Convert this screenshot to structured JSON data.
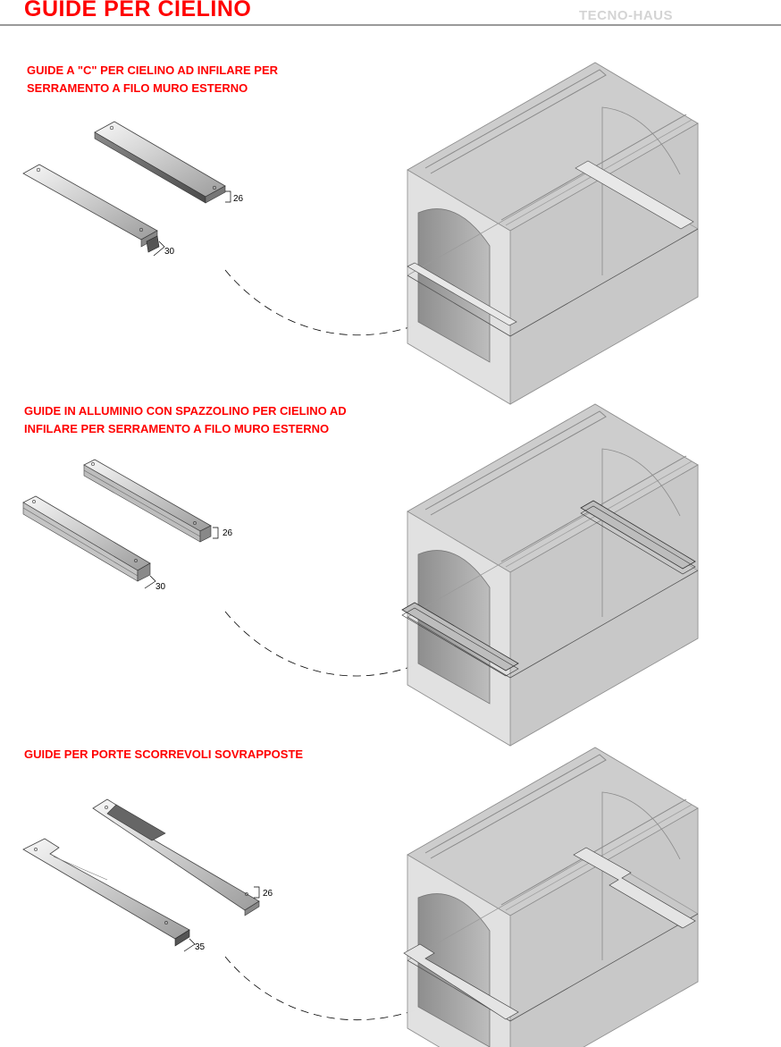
{
  "header": {
    "title": "GUIDE PER CIELINO",
    "brand": "TECNO-HAUS"
  },
  "sections": [
    {
      "title_lines": [
        "GUIDE A \"C\" PER CIELINO AD INFILARE PER",
        "SERRAMENTO A FILO MURO ESTERNO"
      ],
      "dim_upper": "26",
      "dim_lower": "30"
    },
    {
      "title_lines": [
        "GUIDE IN ALLUMINIO CON SPAZZOLINO PER CIELINO AD",
        "INFILARE PER SERRAMENTO A FILO MURO ESTERNO"
      ],
      "dim_upper": "26",
      "dim_lower": "30"
    },
    {
      "title_lines": [
        "GUIDE PER PORTE SCORREVOLI SOVRAPPOSTE"
      ],
      "dim_upper": "26",
      "dim_lower": "35"
    }
  ],
  "colors": {
    "title_red": "#ff0000",
    "brand_gray": "#d4d4d4",
    "box_fill": "#cfcfcf"
  }
}
